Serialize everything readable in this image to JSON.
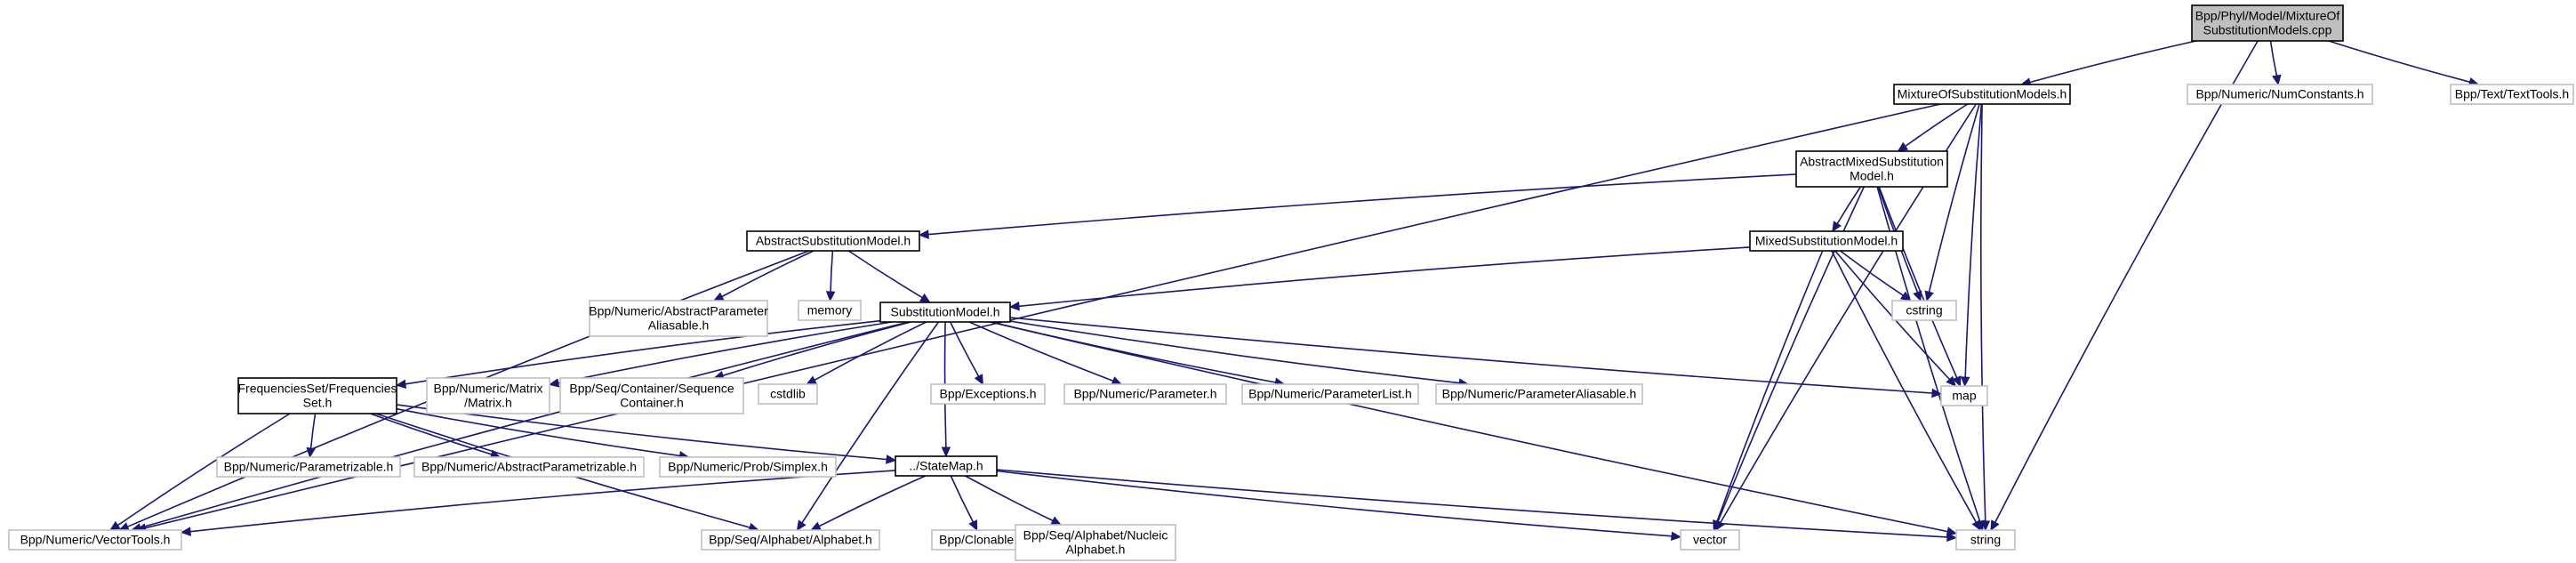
{
  "graph": {
    "nodes": [
      {
        "id": "root",
        "lines": [
          "Bpp/Phyl/Model/MixtureOf",
          "SubstitutionModels.cpp"
        ],
        "style": "root"
      },
      {
        "id": "mixture",
        "lines": [
          "MixtureOfSubstitutionModels.h"
        ],
        "style": "solid"
      },
      {
        "id": "numconst",
        "lines": [
          "Bpp/Numeric/NumConstants.h"
        ],
        "style": "gray"
      },
      {
        "id": "texttools",
        "lines": [
          "Bpp/Text/TextTools.h"
        ],
        "style": "gray"
      },
      {
        "id": "absmixed",
        "lines": [
          "AbstractMixedSubstitution",
          "Model.h"
        ],
        "style": "solid"
      },
      {
        "id": "abssubst",
        "lines": [
          "AbstractSubstitutionModel.h"
        ],
        "style": "solid"
      },
      {
        "id": "mixedsubst",
        "lines": [
          "MixedSubstitutionModel.h"
        ],
        "style": "solid"
      },
      {
        "id": "cstring",
        "lines": [
          "cstring"
        ],
        "style": "gray"
      },
      {
        "id": "absparam",
        "lines": [
          "Bpp/Numeric/AbstractParameter",
          "Aliasable.h"
        ],
        "style": "gray"
      },
      {
        "id": "memory",
        "lines": [
          "memory"
        ],
        "style": "gray"
      },
      {
        "id": "substmodel",
        "lines": [
          "SubstitutionModel.h"
        ],
        "style": "solid"
      },
      {
        "id": "freqset",
        "lines": [
          "FrequenciesSet/Frequencies",
          "Set.h"
        ],
        "style": "solid"
      },
      {
        "id": "matrix",
        "lines": [
          "Bpp/Numeric/Matrix",
          "/Matrix.h"
        ],
        "style": "gray"
      },
      {
        "id": "seqcontainer",
        "lines": [
          "Bpp/Seq/Container/Sequence",
          "Container.h"
        ],
        "style": "gray"
      },
      {
        "id": "cstdlib",
        "lines": [
          "cstdlib"
        ],
        "style": "gray"
      },
      {
        "id": "exceptions",
        "lines": [
          "Bpp/Exceptions.h"
        ],
        "style": "gray"
      },
      {
        "id": "parameter",
        "lines": [
          "Bpp/Numeric/Parameter.h"
        ],
        "style": "gray"
      },
      {
        "id": "paramlist",
        "lines": [
          "Bpp/Numeric/ParameterList.h"
        ],
        "style": "gray"
      },
      {
        "id": "paramalias",
        "lines": [
          "Bpp/Numeric/ParameterAliasable.h"
        ],
        "style": "gray"
      },
      {
        "id": "map",
        "lines": [
          "map"
        ],
        "style": "gray"
      },
      {
        "id": "parametrizable",
        "lines": [
          "Bpp/Numeric/Parametrizable.h"
        ],
        "style": "gray"
      },
      {
        "id": "absparametrizable",
        "lines": [
          "Bpp/Numeric/AbstractParametrizable.h"
        ],
        "style": "gray"
      },
      {
        "id": "simplex",
        "lines": [
          "Bpp/Numeric/Prob/Simplex.h"
        ],
        "style": "gray"
      },
      {
        "id": "statemap",
        "lines": [
          "../StateMap.h"
        ],
        "style": "solid"
      },
      {
        "id": "vectortools",
        "lines": [
          "Bpp/Numeric/VectorTools.h"
        ],
        "style": "gray"
      },
      {
        "id": "alphabet",
        "lines": [
          "Bpp/Seq/Alphabet/Alphabet.h"
        ],
        "style": "gray"
      },
      {
        "id": "clonable",
        "lines": [
          "Bpp/Clonable.h"
        ],
        "style": "gray"
      },
      {
        "id": "nucalpha",
        "lines": [
          "Bpp/Seq/Alphabet/Nucleic",
          "Alphabet.h"
        ],
        "style": "gray"
      },
      {
        "id": "vector",
        "lines": [
          "vector"
        ],
        "style": "gray"
      },
      {
        "id": "string",
        "lines": [
          "string"
        ],
        "style": "gray"
      }
    ]
  }
}
